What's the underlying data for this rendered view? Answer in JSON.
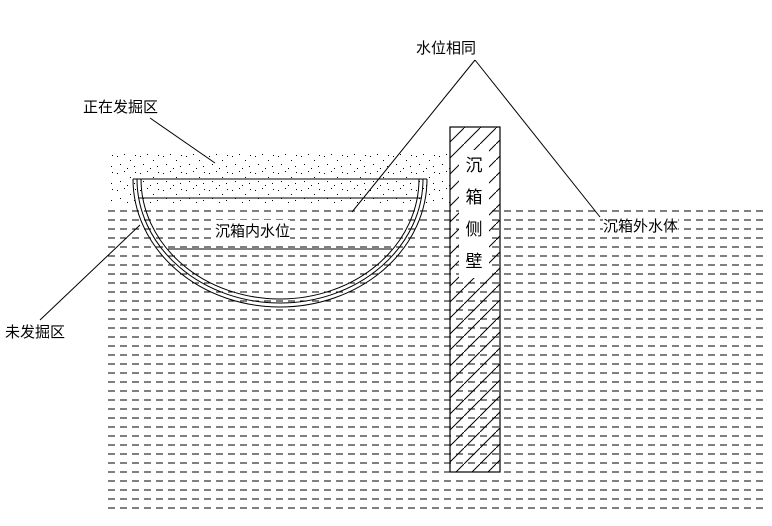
{
  "labels": {
    "same_level": "水位相同",
    "excavating": "正在发掘区",
    "outside_water": "沉箱外水体",
    "unexcavated": "未发掘区",
    "inside_level": "沉箱内水位"
  },
  "wall_label": [
    "沉",
    "箱",
    "侧",
    "壁"
  ],
  "colors": {
    "ink": "#000000",
    "background": "#ffffff"
  }
}
